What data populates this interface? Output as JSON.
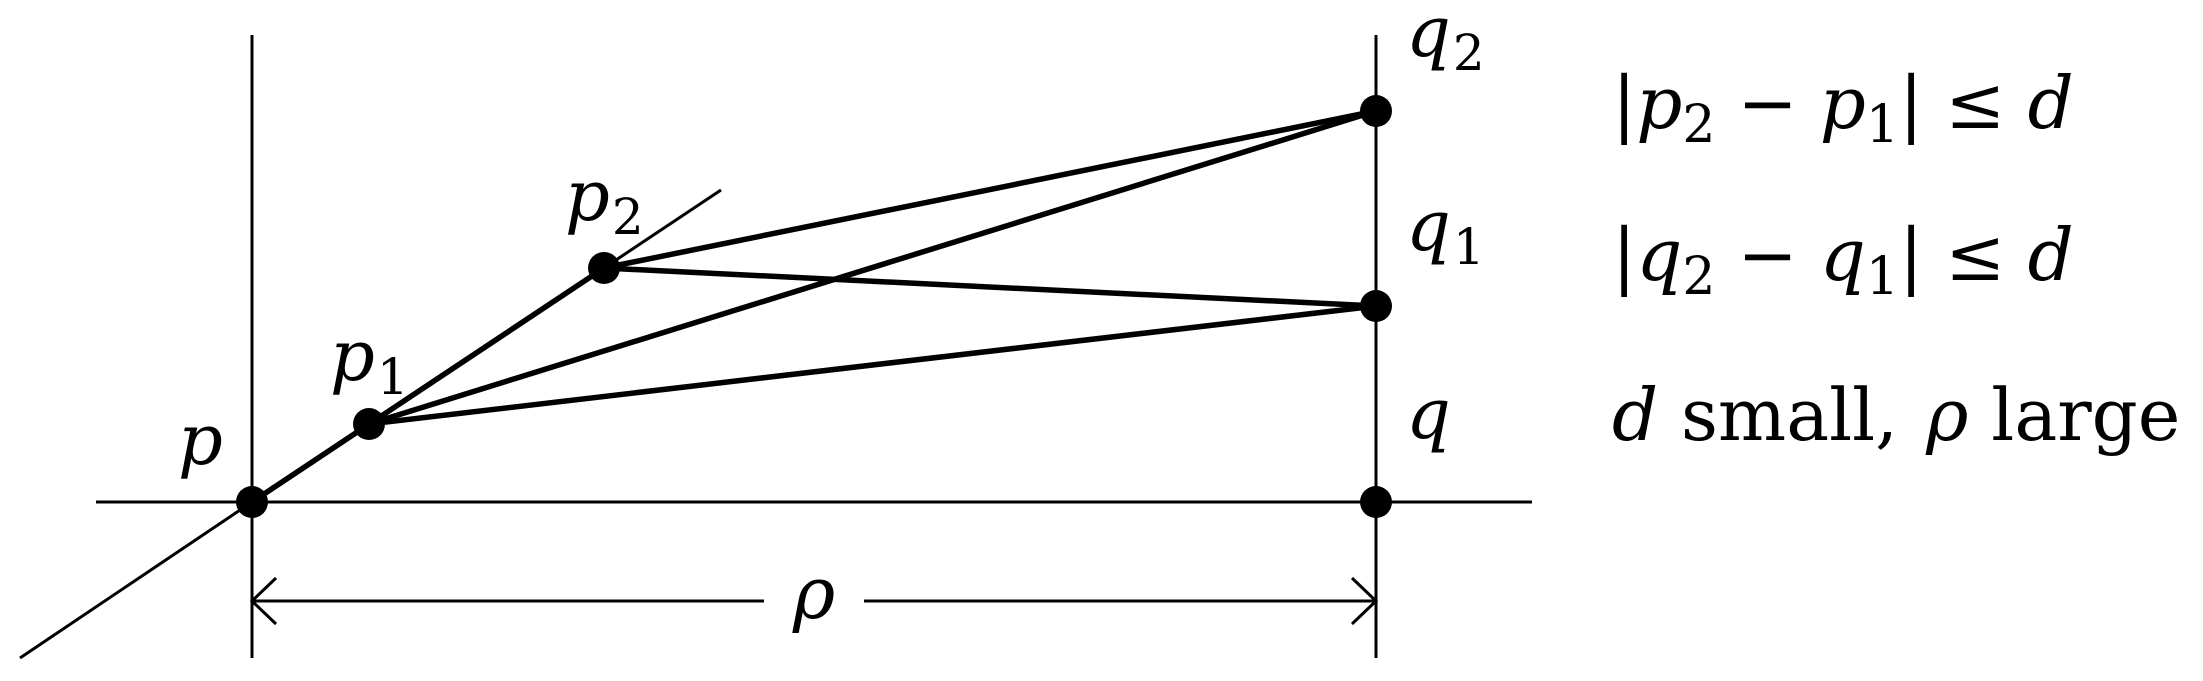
{
  "labels": {
    "p": "p",
    "p1_base": "p",
    "p1_sub": "1",
    "p2_base": "p",
    "p2_sub": "2",
    "q": "q",
    "q1_base": "q",
    "q1_sub": "1",
    "q2_base": "q",
    "q2_sub": "2",
    "rho": "ρ"
  },
  "conditions": {
    "line1": {
      "bar_open": "|",
      "a_base": "p",
      "a_sub": "2",
      "minus": "−",
      "b_base": "p",
      "b_sub": "1",
      "bar_close": "|",
      "leq": "≤",
      "rhs": "d"
    },
    "line2": {
      "bar_open": "|",
      "a_base": "q",
      "a_sub": "2",
      "minus": "−",
      "b_base": "q",
      "b_sub": "1",
      "bar_close": "|",
      "leq": "≤",
      "rhs": "d"
    },
    "line3": {
      "d": "d",
      "small": " small,",
      "rho": "ρ",
      "large": " large"
    }
  }
}
